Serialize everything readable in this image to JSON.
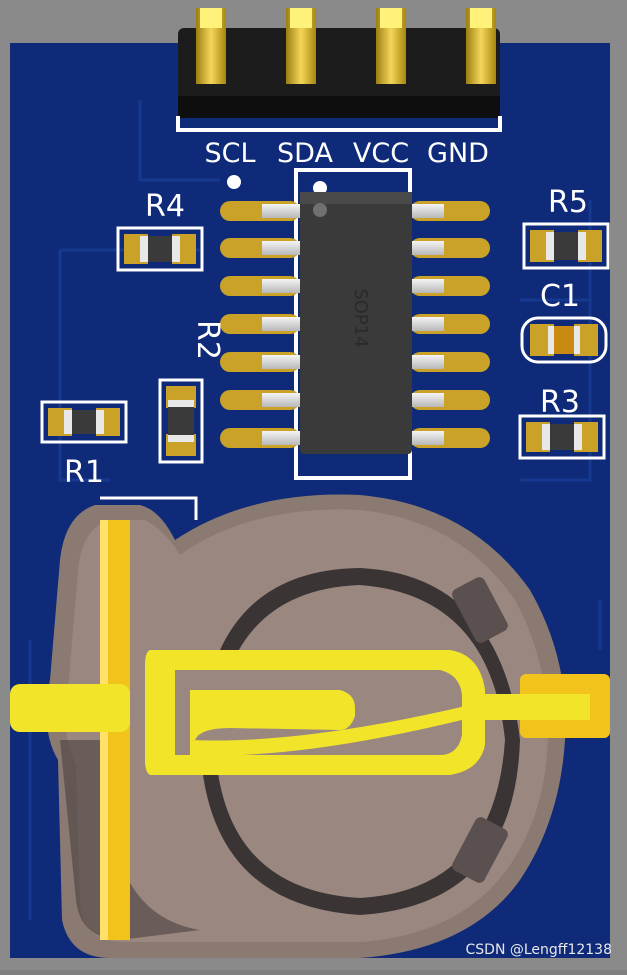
{
  "header_pins": [
    "SCL",
    "SDA",
    "VCC",
    "GND"
  ],
  "designators": {
    "r1": "R1",
    "r2": "R2",
    "r3": "R3",
    "r4": "R4",
    "r5": "R5",
    "c1": "C1"
  },
  "ic_package": "SOP14",
  "watermark": "CSDN @Lengff12138",
  "colors": {
    "board": "#0e2a78",
    "pad_gold": "#c9a227",
    "battery_holder": "#9a8880",
    "contact_yellow": "#f2e529",
    "chip_body": "#3a3a3a"
  }
}
